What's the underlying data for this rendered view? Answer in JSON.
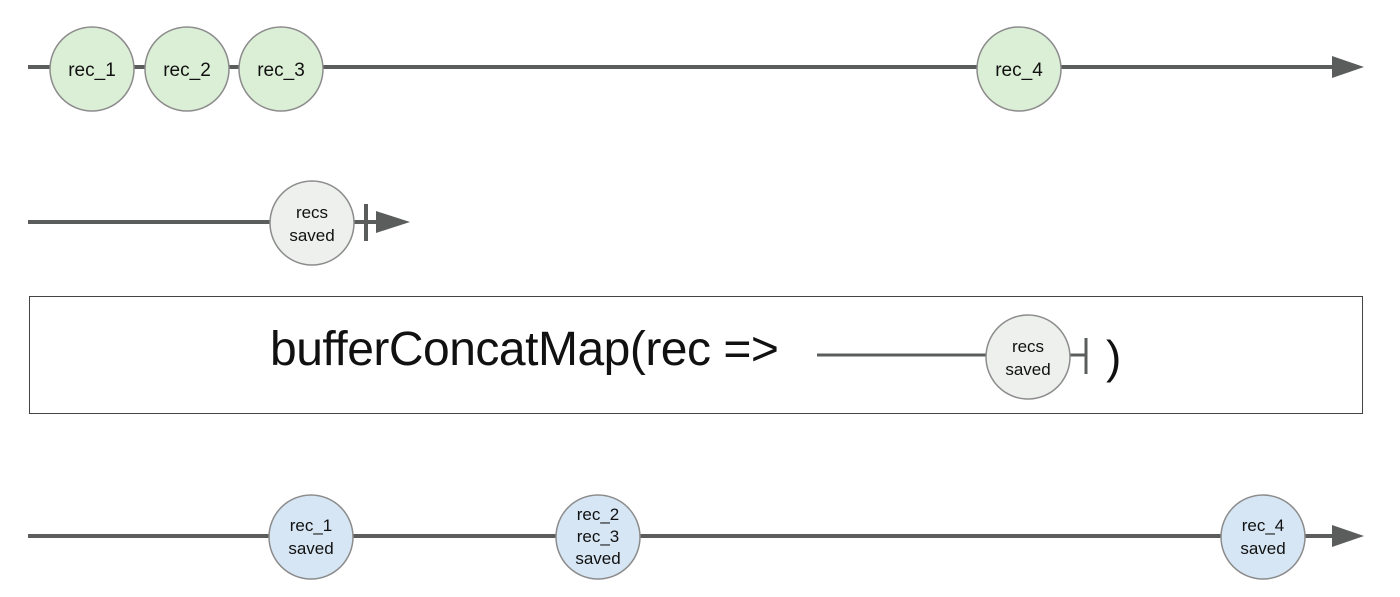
{
  "input_stream": {
    "marbles": [
      {
        "lines": [
          "rec_1"
        ],
        "color": "#dbeed6"
      },
      {
        "lines": [
          "rec_2"
        ],
        "color": "#dbeed6"
      },
      {
        "lines": [
          "rec_3"
        ],
        "color": "#dbeed6"
      },
      {
        "lines": [
          "rec_4"
        ],
        "color": "#dbeed6"
      }
    ]
  },
  "inner_stream": {
    "marbles": [
      {
        "lines": [
          "recs",
          "saved"
        ],
        "color": "#eef0ee"
      }
    ],
    "completes": true
  },
  "operator": {
    "text": "bufferConcatMap(rec =>",
    "close": ")",
    "marble": {
      "lines": [
        "recs",
        "saved"
      ],
      "color": "#eef0ee"
    }
  },
  "output_stream": {
    "marbles": [
      {
        "lines": [
          "rec_1",
          "saved"
        ],
        "color": "#d6e6f4"
      },
      {
        "lines": [
          "rec_2",
          "rec_3",
          "saved"
        ],
        "color": "#d6e6f4"
      },
      {
        "lines": [
          "rec_4",
          "saved"
        ],
        "color": "#d6e6f4"
      }
    ]
  },
  "colors": {
    "line": "#5b5d5c",
    "input": "#dbeed6",
    "inner": "#eef0ee",
    "output": "#d6e6f4"
  }
}
